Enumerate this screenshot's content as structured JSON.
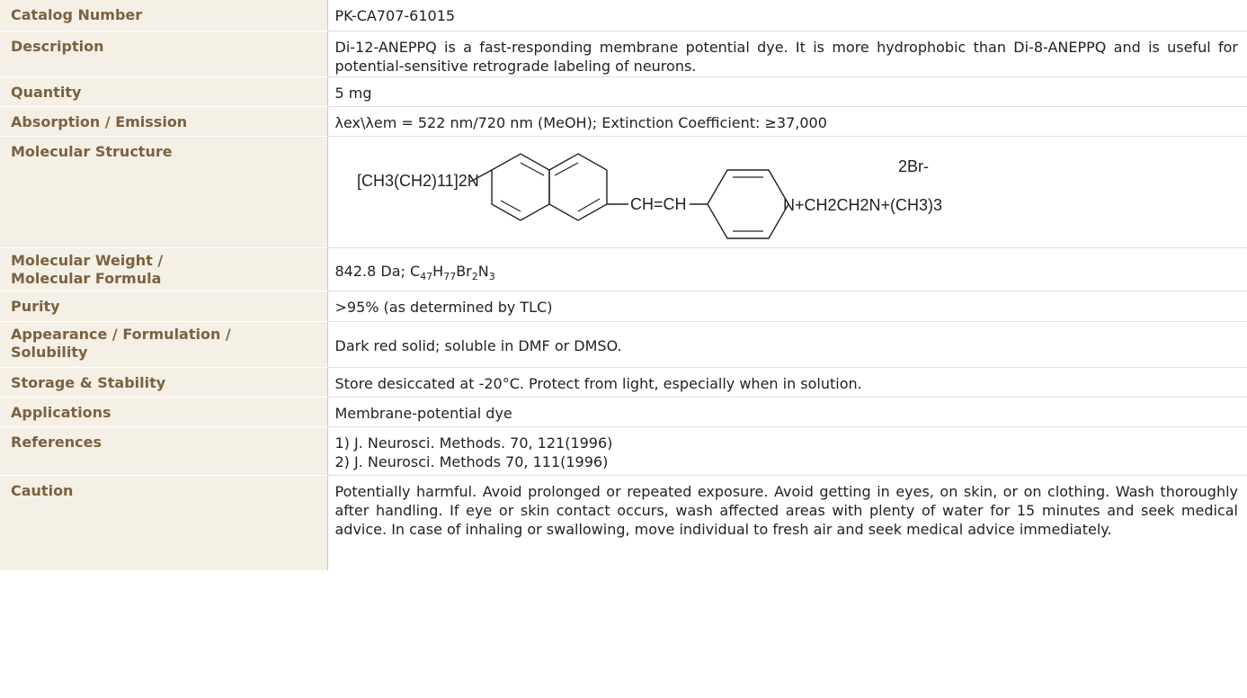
{
  "rows": [
    {
      "label": "Catalog Number",
      "value": "PK-CA707-61015"
    },
    {
      "label": "Description",
      "value": "Di-12-ANEPPQ is a fast-responding membrane potential dye. It is more hydrophobic than Di-8-ANEPPQ and is useful for potential-sensitive retrograde labeling of neurons."
    },
    {
      "label": "Quantity",
      "value": "5 mg"
    },
    {
      "label": "Absorption / Emission",
      "value": "λex\\λem = 522 nm/720 nm (MeOH); Extinction Coefficient: ≥37,000"
    },
    {
      "label": "Molecular Structure",
      "structure": {
        "left_group": "[CH3(CH2)11]2N",
        "linker": "CH=CH",
        "right_group": "N+CH2CH2N+(CH3)3",
        "counter_ion": "2Br-"
      }
    },
    {
      "label_line1": "Molecular Weight /",
      "label_line2": "Molecular Formula",
      "value_prefix": "842.8 Da; C",
      "c": "47",
      "h_label": "H",
      "h": "77",
      "br_label": "Br",
      "br": "2",
      "n_label": "N",
      "n": "3"
    },
    {
      "label": "Purity",
      "value": ">95% (as determined by TLC)"
    },
    {
      "label_line1": "Appearance / Formulation /",
      "label_line2": "Solubility",
      "value": "Dark red solid; soluble in DMF or DMSO."
    },
    {
      "label": "Storage & Stability",
      "value": "Store desiccated at -20°C. Protect from light, especially when in solution."
    },
    {
      "label": "Applications",
      "value": "Membrane-potential dye"
    },
    {
      "label": "References",
      "value_line1": "1) J. Neurosci. Methods. 70, 121(1996)",
      "value_line2": "2) J. Neurosci. Methods 70, 111(1996)"
    },
    {
      "label": "Caution",
      "value": "Potentially harmful. Avoid prolonged or repeated exposure. Avoid getting in eyes, on skin, or on clothing. Wash thoroughly after handling. If eye or skin contact occurs, wash affected areas with plenty of water for 15 minutes and seek medical advice. In case of inhaling or swallowing, move individual to fresh air and seek medical advice immediately."
    }
  ]
}
